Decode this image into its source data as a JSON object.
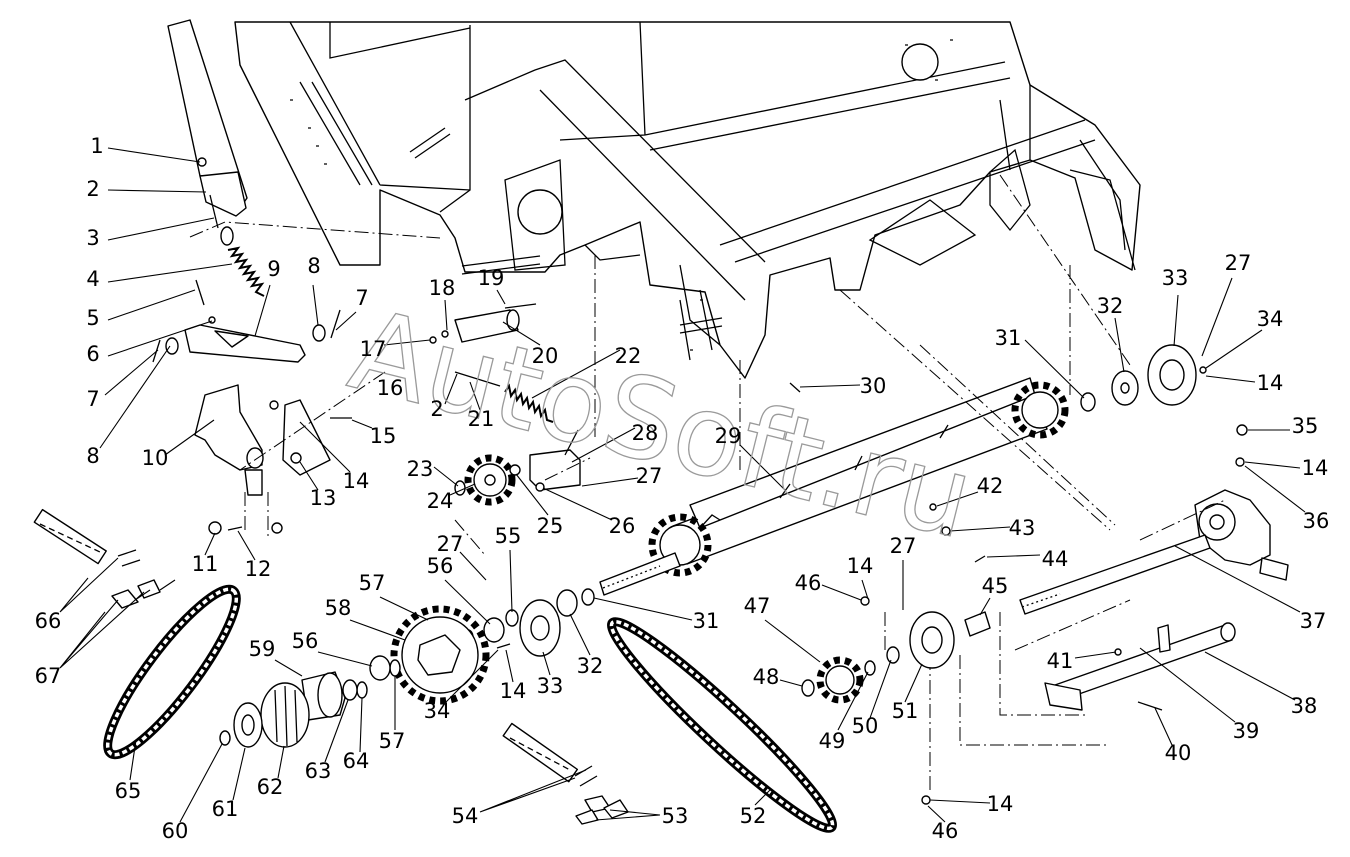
{
  "watermark": "AutoSoft.ru",
  "callouts": [
    "1",
    "2",
    "3",
    "4",
    "5",
    "6",
    "7",
    "8",
    "9",
    "8",
    "7",
    "10",
    "11",
    "12",
    "13",
    "14",
    "15",
    "16",
    "17",
    "18",
    "19",
    "20",
    "2",
    "21",
    "22",
    "23",
    "24",
    "25",
    "26",
    "27",
    "28",
    "29",
    "30",
    "31",
    "32",
    "33",
    "27",
    "34",
    "14",
    "35",
    "14",
    "36",
    "37",
    "38",
    "39",
    "40",
    "41",
    "42",
    "43",
    "44",
    "27",
    "14",
    "46",
    "45",
    "47",
    "48",
    "49",
    "50",
    "51",
    "31",
    "32",
    "33",
    "14",
    "34",
    "27",
    "55",
    "56",
    "57",
    "58",
    "56",
    "59",
    "57",
    "64",
    "63",
    "62",
    "61",
    "60",
    "65",
    "66",
    "67",
    "54",
    "53",
    "52",
    "14",
    "46"
  ]
}
